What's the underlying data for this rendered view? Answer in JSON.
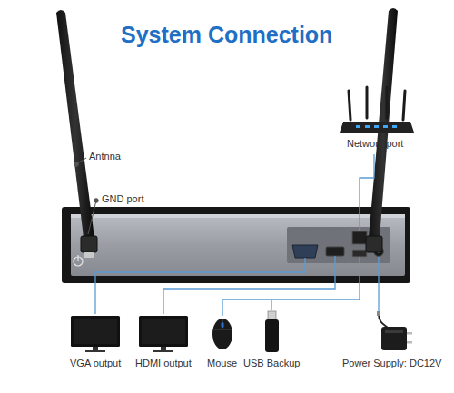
{
  "diagram": {
    "title": "System Connection",
    "labels": [
      "Antnna",
      "GND port",
      "Network port",
      "VGA output",
      "HDMI output",
      "Mouse",
      "USB Backup",
      "Power Supply: DC12V"
    ]
  }
}
